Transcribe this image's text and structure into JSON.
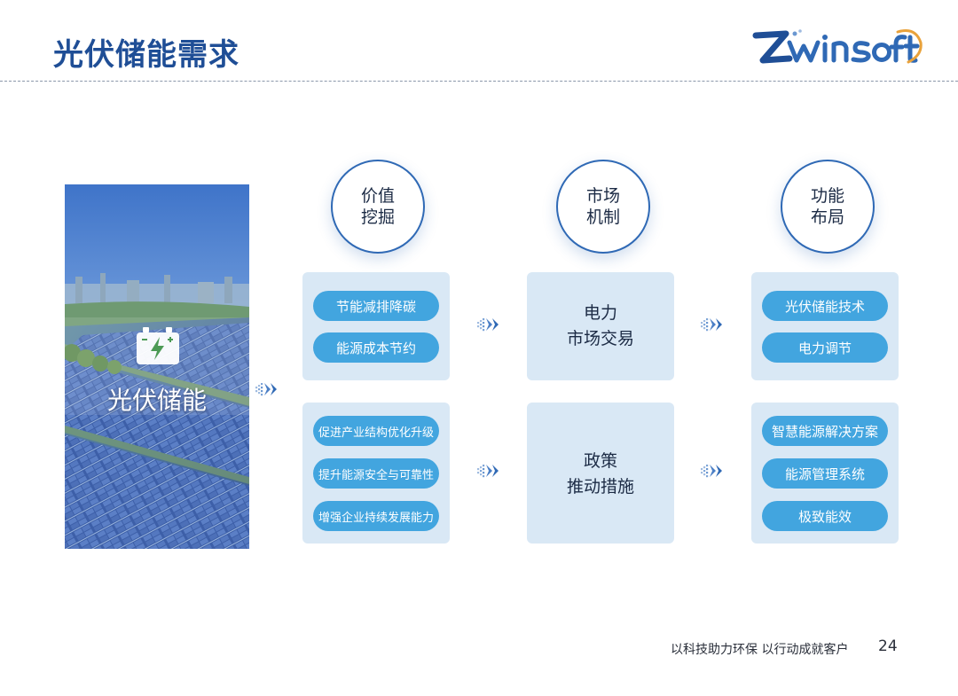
{
  "header": {
    "title": "光伏储能需求",
    "logo_text": "ZwinSoft"
  },
  "photo_panel": {
    "label": "光伏储能",
    "icon": "battery-charge-icon"
  },
  "categories": [
    {
      "line1": "价值",
      "line2": "挖掘"
    },
    {
      "line1": "市场",
      "line2": "机制"
    },
    {
      "line1": "功能",
      "line2": "布局"
    }
  ],
  "value_top": [
    "节能减排降碳",
    "能源成本节约"
  ],
  "value_bottom": [
    "促进产业结构优化升级",
    "提升能源安全与可靠性",
    "增强企业持续发展能力"
  ],
  "market_top": {
    "line1": "电力",
    "line2": "市场交易"
  },
  "market_bottom": {
    "line1": "政策",
    "line2": "推动措施"
  },
  "function_top": [
    "光伏储能技术",
    "电力调节"
  ],
  "function_bottom": [
    "智慧能源解决方案",
    "能源管理系统",
    "极致能效"
  ],
  "footer": {
    "slogan": "以科技助力环保  以行动成就客户",
    "page": "24"
  },
  "colors": {
    "title": "#1f4e96",
    "circle_border": "#2f69b5",
    "box_bg": "#d9e8f5",
    "pill_bg": "#42a5df",
    "arrow": "#2f69b5"
  }
}
